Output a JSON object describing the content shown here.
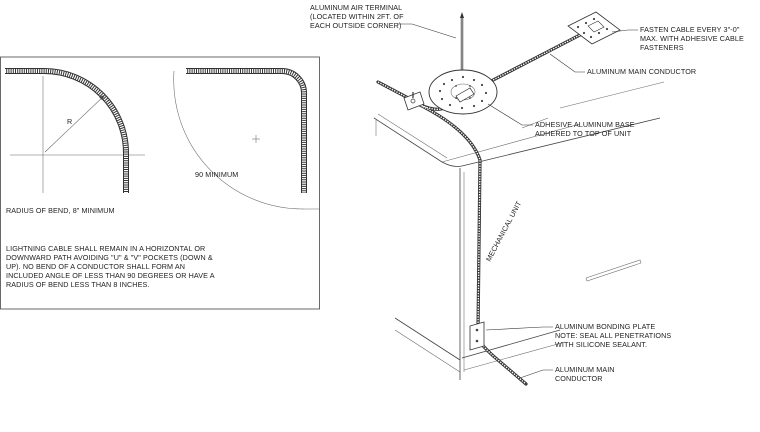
{
  "labels": {
    "air_terminal": [
      "ALUMINUM AIR TERMINAL",
      "(LOCATED WITHIN 2FT. OF",
      "EACH OUTSIDE CORNER)"
    ],
    "fasten_cable": [
      "FASTEN CABLE EVERY 3\"-0\"",
      "MAX. WITH ADHESIVE CABLE",
      "FASTENERS"
    ],
    "main_conductor_top": [
      "ALUMINUM MAIN CONDUCTOR"
    ],
    "adhesive_base": [
      "ADHESIVE ALUMINUM BASE",
      "ADHERED TO TOP OF UNIT"
    ],
    "mechanical_unit": "MECHANICAL UNIT",
    "bonding_plate": [
      "ALUMINUM BONDING PLATE",
      "NOTE: SEAL ALL PENETRATIONS",
      "WITH SILICONE SEALANT."
    ],
    "main_conductor_bottom": [
      "ALUMINUM MAIN",
      "CONDUCTOR"
    ],
    "radius_symbol": "R",
    "radius_of_bend": "RADIUS OF BEND, 8\" MINIMUM",
    "ninety_minimum": "90 MINIMUM",
    "note": [
      "LIGHTNING CABLE SHALL REMAIN IN A HORIZONTAL OR",
      "DOWNWARD PATH AVOIDING \"U\" & \"V\" POCKETS (DOWN &",
      "UP). NO BEND OF A CONDUCTOR SHALL FORM AN",
      "INCLUDED ANGLE OF LESS THAN 90 DEGREES OR HAVE A",
      "RADIUS OF BEND LESS THAN 8 INCHES."
    ]
  }
}
